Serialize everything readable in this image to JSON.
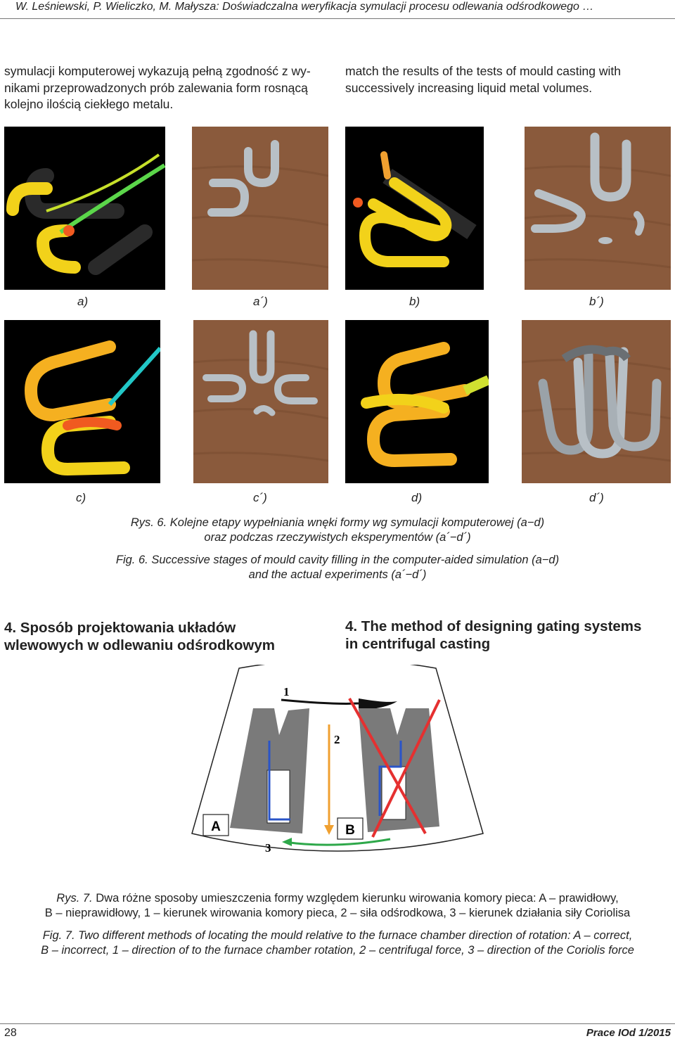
{
  "header": {
    "running_title": "W. Leśniewski, P. Wieliczko, M. Małysza: Doświadczalna weryfikacja symulacji procesu odlewania odśrodkowego …"
  },
  "intro": {
    "pl": [
      "symulacji komputerowej wykazują pełną zgodność z wy-",
      "nikami przeprowadzonych prób zalewania form rosnącą",
      "kolejno ilością ciekłego metalu."
    ],
    "en": [
      "match the results of the tests of mould casting with",
      "successively increasing liquid metal volumes."
    ]
  },
  "figure6": {
    "labels": [
      "a)",
      "a´)",
      "b)",
      "b´)",
      "c)",
      "c´)",
      "d)",
      "d´)"
    ],
    "caption_pl_prefix": "Rys. 6.",
    "caption_pl_line1": "Kolejne etapy wypełniania wnęki formy wg symulacji komputerowej (a−d)",
    "caption_pl_line2": "oraz podczas rzeczywistych eksperymentów (a´−d´)",
    "caption_en_prefix": "Fig. 6.",
    "caption_en_line1": "Successive stages of mould cavity filling in the computer-aided simulation (a−d)",
    "caption_en_line2": "and the actual experiments (a´−d´)"
  },
  "section4": {
    "heading_pl": [
      "4. Sposób projektowania układów",
      "wlewowych w odlewaniu odśrodkowym"
    ],
    "heading_en": [
      "4. The method of designing gating systems",
      "in centrifugal casting"
    ]
  },
  "figure7": {
    "diagram_labels": {
      "one": "1",
      "two": "2",
      "three": "3",
      "A": "A",
      "B": "B"
    },
    "caption_pl_prefix": "Rys. 7.",
    "caption_pl_line1": "Dwa różne sposoby umieszczenia formy względem kierunku wirowania komory pieca: A – prawidłowy,",
    "caption_pl_line2": "B – nieprawidłowy, 1 – kierunek wirowania komory pieca, 2 – siła odśrodkowa, 3 – kierunek działania siły Coriolisa",
    "caption_en_prefix": "Fig. 7.",
    "caption_en_line1": "Two different methods of locating the mould relative to the furnace chamber direction of rotation: A – correct,",
    "caption_en_line2": "B – incorrect, 1 – direction of to the furnace chamber rotation, 2 – centrifugal force, 3 – direction of the Coriolis force"
  },
  "footer": {
    "page_number": "28",
    "journal": "Prace IOd 1/2015"
  },
  "colors": {
    "wood": "#8a5a3c",
    "metal": "#b8c0c6",
    "sim_yellow": "#f2d21a",
    "sim_orange": "#f08a1f",
    "mould_gray": "#7a7a7a",
    "cross_red": "#e53030",
    "arrow_orange": "#f0a030",
    "arrow_green": "#2ea84a",
    "channel_blue": "#2a54c8"
  }
}
